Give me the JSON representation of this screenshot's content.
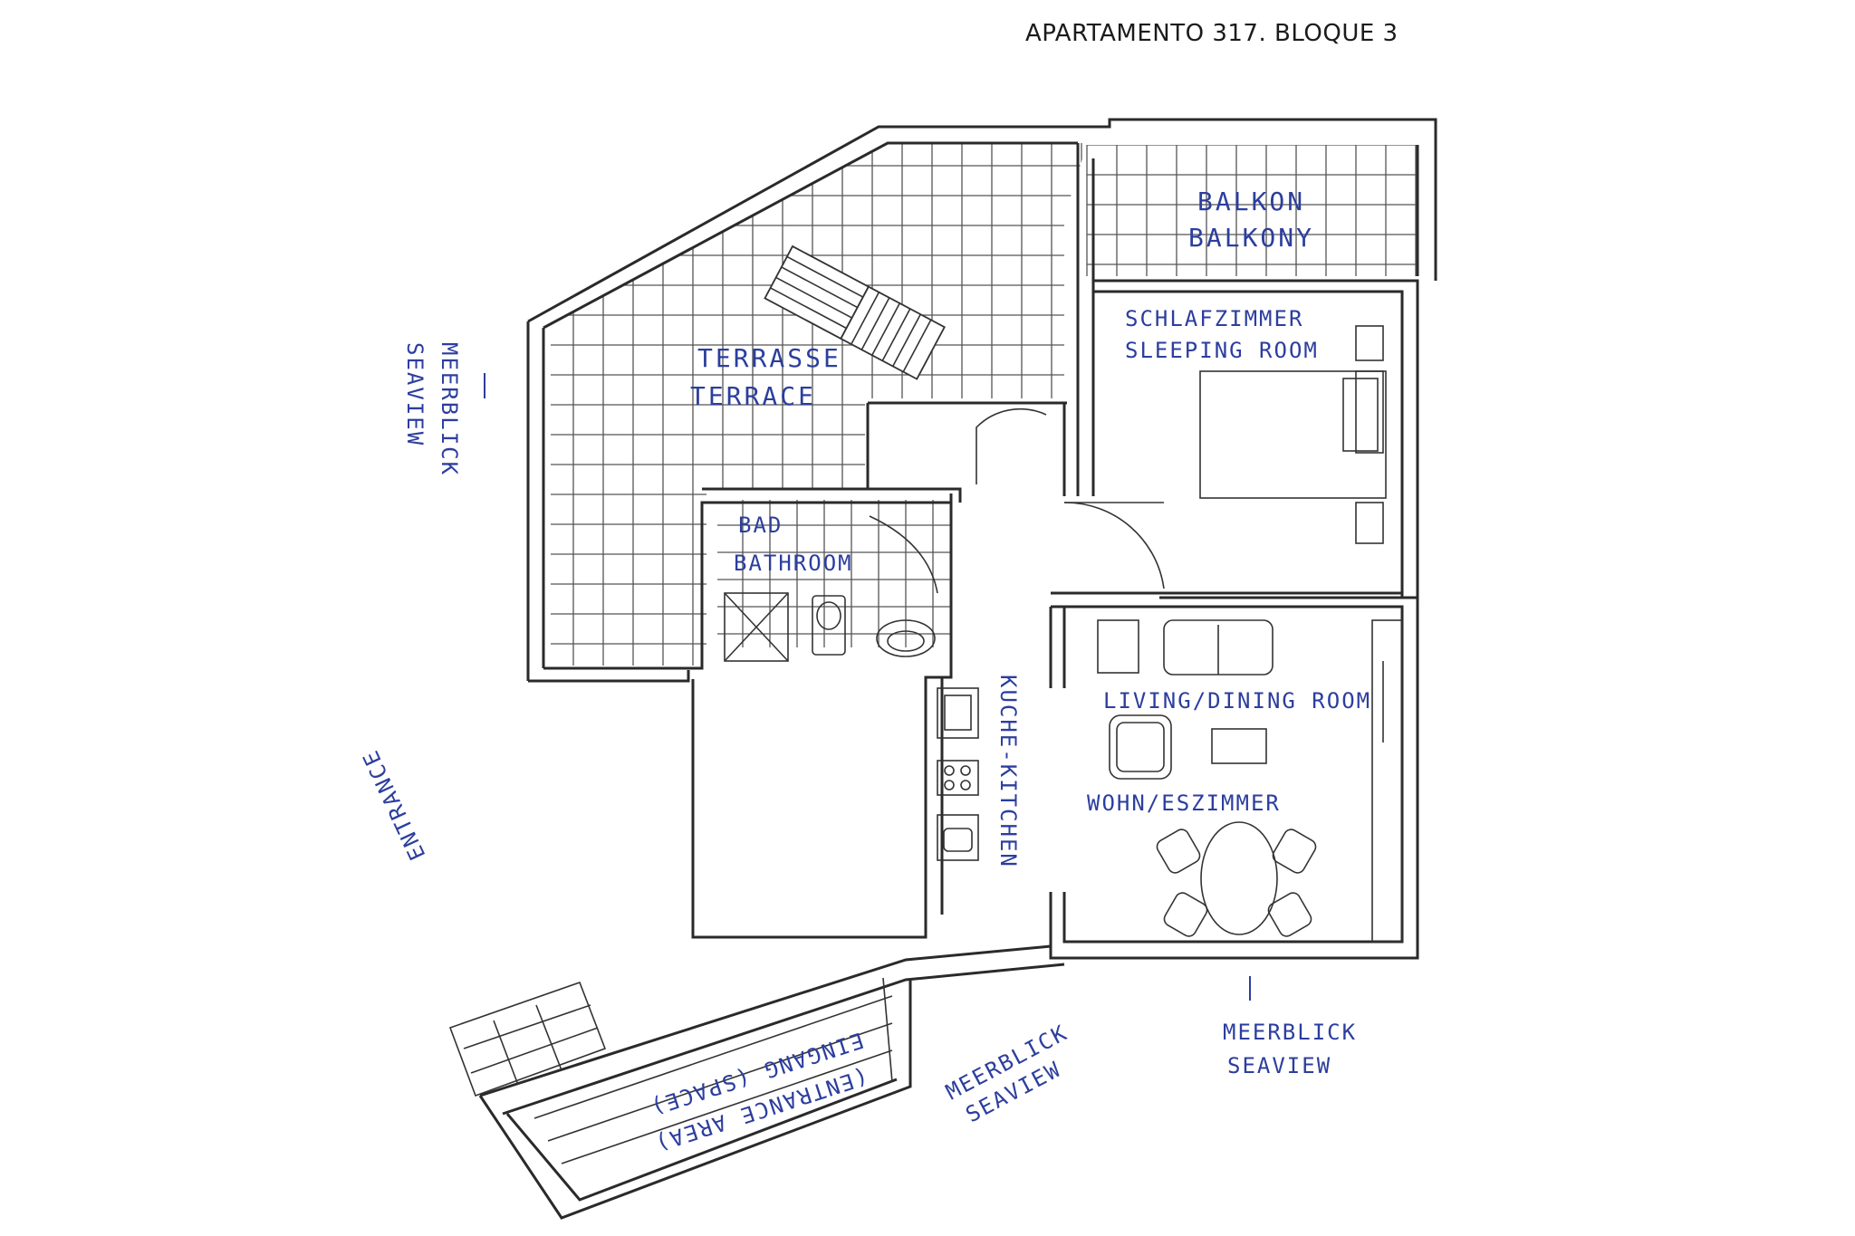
{
  "header": {
    "title": "APARTAMENTO 317. BLOQUE 3"
  },
  "rooms": {
    "balcony": {
      "line1": "BALKON",
      "line2": "BALKONY"
    },
    "terrace": {
      "line1": "TERRASSE",
      "line2": "TERRACE"
    },
    "sleeping": {
      "line1": "SCHLAFZIMMER",
      "line2": "SLEEPING ROOM"
    },
    "bath": {
      "line1": "BAD",
      "line2": "BATHROOM"
    },
    "kitchen": {
      "label": "KUCHE-KITCHEN"
    },
    "living": {
      "line1": "LIVING/DINING ROOM",
      "line2": "WOHN/ESZIMMER"
    }
  },
  "annotations": {
    "sea_view_left": {
      "line1": "MEERBLICK",
      "line2": "SEAVIEW"
    },
    "entrance": {
      "label": "ENTRANCE"
    },
    "entrance_area": {
      "line1": "EINGANG (SPACE)",
      "line2": "(ENTRANCE AREA)"
    },
    "sea_view_bottom": {
      "line1": "MEERBLICK",
      "line2": "SEAVIEW"
    },
    "sea_view_right": {
      "line1": "MEERBLICK",
      "line2": "SEAVIEW"
    }
  },
  "colors": {
    "ink": "#2c3e9e",
    "wall": "#2a2a2a"
  }
}
